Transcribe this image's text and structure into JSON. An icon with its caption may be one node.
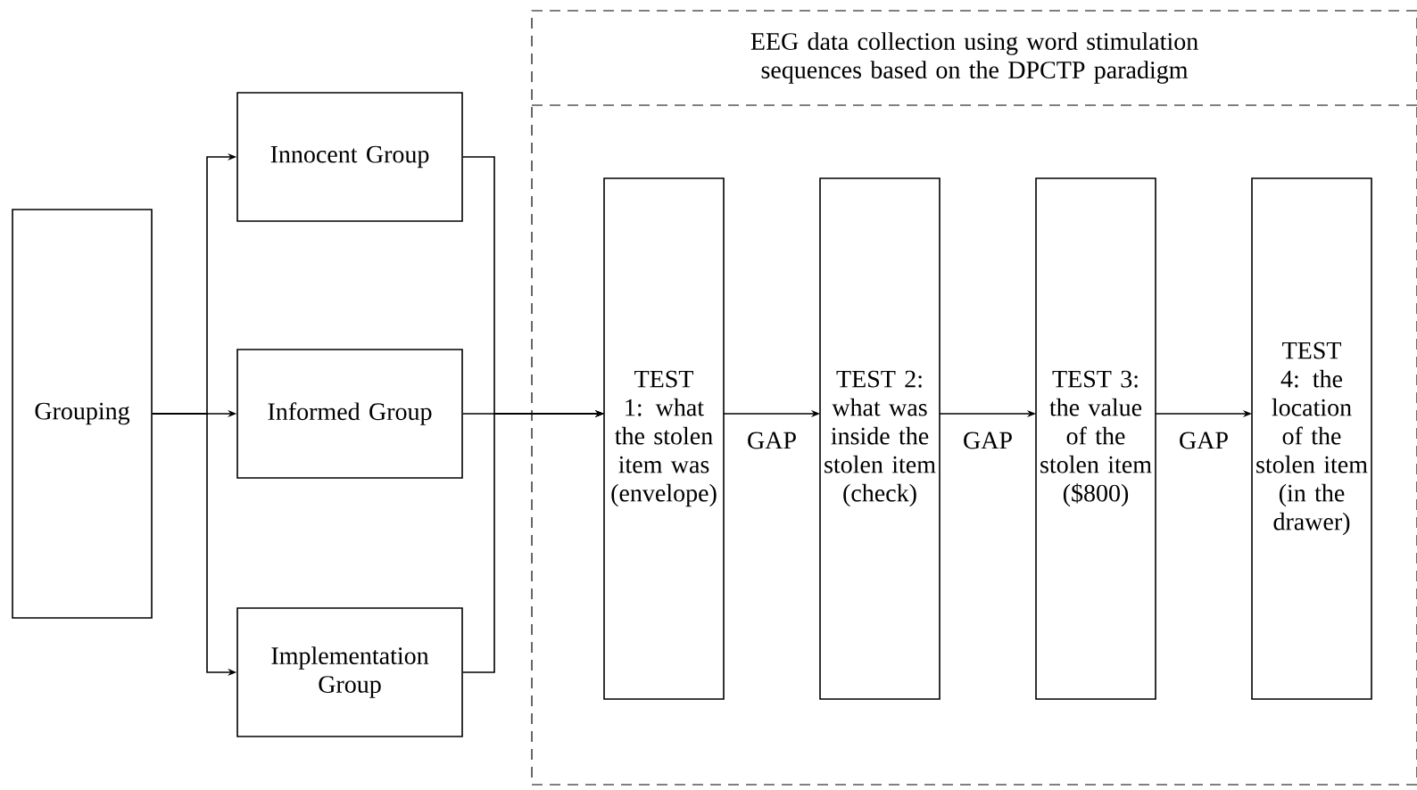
{
  "diagram": {
    "nodes": [
      {
        "text": [
          "Grouping"
        ]
      },
      {
        "text": [
          "Innocent Group"
        ]
      },
      {
        "text": [
          "Informed Group"
        ]
      },
      {
        "text": [
          "Implementation Group"
        ]
      },
      {
        "text": [
          "EEG data collection using word stimulation sequences based on the DPCTP paradigm"
        ]
      },
      {
        "text": [
          "TEST 1: what the stolen item was (envelope)"
        ],
        "in": 4
      },
      {
        "text": [
          "TEST 2: what was inside the stolen item (check)"
        ],
        "in": 4
      },
      {
        "text": [
          "TEST 3: the value of the stolen item ($800)"
        ],
        "in": 4
      },
      {
        "text": [
          "TEST 4: the location of the stolen item (in the drawer)"
        ],
        "in": 4
      }
    ],
    "edges": [
      {
        "from": 0,
        "to": 1,
        "arrow": "to"
      },
      {
        "from": 0,
        "to": 2,
        "arrow": "to"
      },
      {
        "from": 0,
        "to": 3,
        "arrow": "to"
      },
      {
        "from": 1,
        "to": 5,
        "arrow": "to"
      },
      {
        "from": 2,
        "to": 5,
        "arrow": "to"
      },
      {
        "from": 3,
        "to": 5,
        "arrow": "to"
      },
      {
        "from": 5,
        "to": 6,
        "arrow": "to",
        "label": "GAP"
      },
      {
        "from": 6,
        "to": 7,
        "arrow": "to",
        "label": "GAP"
      },
      {
        "from": 7,
        "to": 8,
        "arrow": "to",
        "label": "GAP"
      }
    ]
  }
}
